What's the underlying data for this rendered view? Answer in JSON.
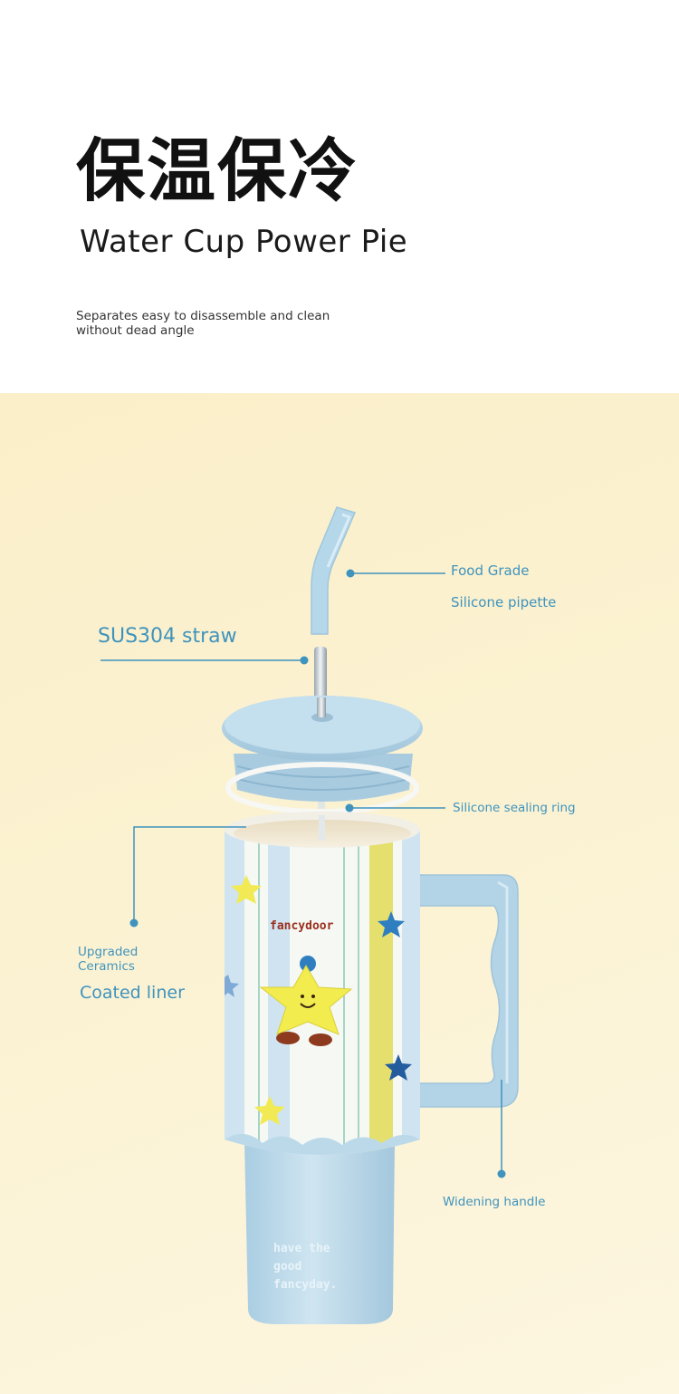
{
  "header": {
    "title_cn": "保温保冷",
    "title_en": "Water Cup Power Pie",
    "description_lines": [
      "Separates easy to disassemble and clean",
      "without dead angle"
    ]
  },
  "callouts": {
    "food_grade": "Food Grade",
    "silicone_pipette": "Silicone pipette",
    "sus304_straw": "SUS304 straw",
    "silicone_sealing_ring": "Silicone sealing ring",
    "upgraded": "Upgraded",
    "ceramics": "Ceramics",
    "coated_liner": "Coated liner",
    "widening_handle": "Widening handle"
  },
  "cup_print": {
    "brand": "fancydoor",
    "slogan_lines": [
      "have the",
      "good",
      "fancyday."
    ]
  },
  "colors": {
    "accent": "#3f93bd",
    "cup_blue": "#bcd9ea",
    "stripe_yellow": "#e9e36a",
    "star_yellow": "#f3ec4e",
    "background": "#fbf0cc"
  }
}
